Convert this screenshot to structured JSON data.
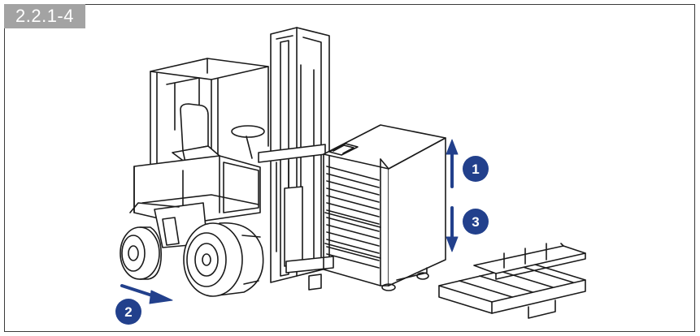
{
  "figure": {
    "number": "2.2.1-4"
  },
  "steps": [
    {
      "label": "1"
    },
    {
      "label": "2"
    },
    {
      "label": "3"
    }
  ],
  "colors": {
    "tag_bg": "#a3a3a3",
    "step_badge": "#22408c",
    "line": "#1a1a1a"
  },
  "icons": [
    "arrow-up-icon",
    "arrow-down-icon",
    "arrow-right-icon"
  ]
}
